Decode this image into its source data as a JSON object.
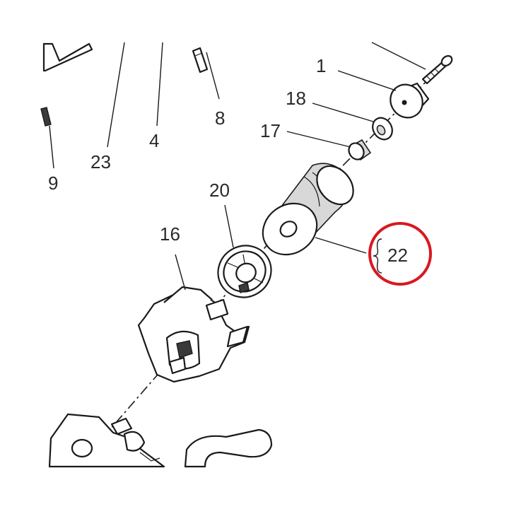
{
  "callouts": {
    "c1": "1",
    "c18": "18",
    "c17": "17",
    "c8": "8",
    "c4": "4",
    "c23": "23",
    "c9": "9",
    "c20": "20",
    "c16": "16",
    "c22": "22"
  },
  "highlight": {
    "ring_color": "#d7191f",
    "target_callout": "22"
  }
}
